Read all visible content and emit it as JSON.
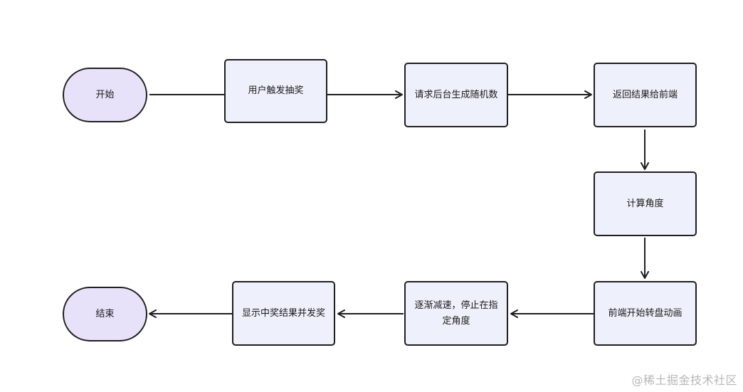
{
  "nodes": {
    "start": "开始",
    "trigger": "用户触发抽奖",
    "request": "请求后台生成随机数",
    "return": "返回结果给前端",
    "calc": "计算角度",
    "spin": "前端开始转盘动画",
    "slow": "逐渐减速，停止在指定角度",
    "show": "显示中奖结果并发奖",
    "end": "结束"
  },
  "watermark": "@稀土掘金技术社区",
  "colors": {
    "terminal_fill": "#e7e1fa",
    "process_fill": "#eef1fb",
    "stroke": "#1f1f1f",
    "watermark": "#b7b7b7"
  }
}
